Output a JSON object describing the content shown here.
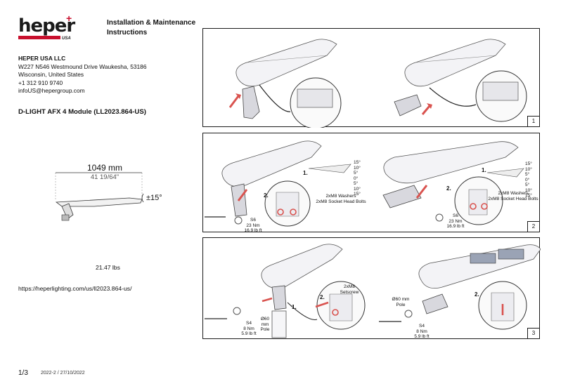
{
  "brand": {
    "wordmark": "heper",
    "sub": "USA",
    "accent": "#c8102e"
  },
  "doc": {
    "title_line1": "Installation & Maintenance",
    "title_line2": "Instructions"
  },
  "company": {
    "name": "HEPER USA LLC",
    "address1": "W227 N546 Westmound Drive Waukesha, 53186",
    "address2": "Wisconsin, United States",
    "phone": "+1 312 910 9740",
    "email": "infoUS@hepergroup.com"
  },
  "product": {
    "name": "D-LIGHT AFX 4 Module (LL2023.864-US)"
  },
  "dimensions": {
    "length_mm": "1049 mm",
    "length_in": "41 19/64\"",
    "tilt": "±15°"
  },
  "weight": "21.47 lbs",
  "url": "https://heperlighting.com/us/ll2023.864-us/",
  "footer": {
    "page": "1/3",
    "version": "2022-2 / 27/10/2022"
  },
  "panels": [
    {
      "number": "1"
    },
    {
      "number": "2",
      "step1": "1.",
      "step2": "2.",
      "angles_a": [
        "15°",
        "10°",
        "5°",
        "0°",
        "5°",
        "10°",
        "15°"
      ],
      "angles_b": [
        "15°",
        "10°",
        "5°",
        "0°",
        "5°",
        "10°",
        "15°"
      ],
      "washers": "2xM8 Washers",
      "bolts": "2xM8 Socket Head Bolts",
      "tool_size": "S6",
      "torque_nm": "23 Nm",
      "torque_lbft": "16.9 lb ft"
    },
    {
      "number": "3",
      "step1": "1.",
      "step2": "2.",
      "setscrew_count": "2xM8",
      "setscrew": "Setscrew",
      "pole": "Ø60 mm Pole",
      "tool_size": "S4",
      "torque_nm": "8 Nm",
      "torque_lbft": "5.9 lb ft"
    }
  ]
}
